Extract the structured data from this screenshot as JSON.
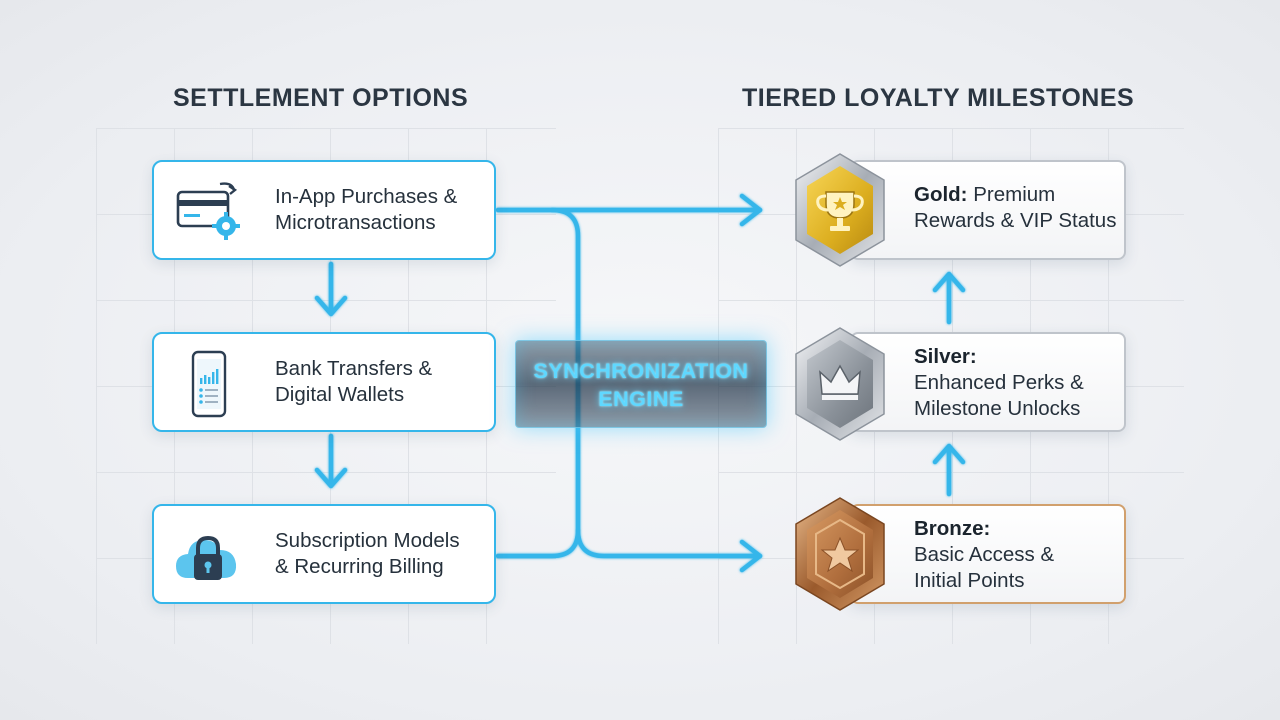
{
  "left_column": {
    "heading": "SETTLEMENT OPTIONS",
    "cards": [
      {
        "line1": "In-App Purchases &",
        "line2": "Microtransactions",
        "icon": "credit-card-gear-icon"
      },
      {
        "line1": "Bank Transfers &",
        "line2": "Digital Wallets",
        "icon": "smartphone-wallet-icon"
      },
      {
        "line1": "Subscription Models",
        "line2": "& Recurring Billing",
        "icon": "cloud-lock-icon"
      }
    ]
  },
  "center": {
    "line1": "SYNCHRONIZATION",
    "line2": "ENGINE"
  },
  "right_column": {
    "heading": "TIERED LOYALTY MILESTONES",
    "tiers": [
      {
        "name": "Gold:",
        "line1_rest": "Premium",
        "line2": "Rewards & VIP Status",
        "line3": "",
        "icon": "trophy-icon",
        "color": "#e2b52a"
      },
      {
        "name": "Silver:",
        "line1_rest": "",
        "line2": "Enhanced Perks &",
        "line3": "Milestone Unlocks",
        "icon": "crown-icon",
        "color": "#9aa1aa"
      },
      {
        "name": "Bronze:",
        "line1_rest": "",
        "line2": "Basic Access &",
        "line3": "Initial Points",
        "icon": "star-icon",
        "color": "#b87646"
      }
    ]
  },
  "colors": {
    "accent": "#35b6ea",
    "glow": "#5fd8ff",
    "gold": "#e2b52a",
    "silver": "#9aa1aa",
    "bronze": "#b87646"
  }
}
